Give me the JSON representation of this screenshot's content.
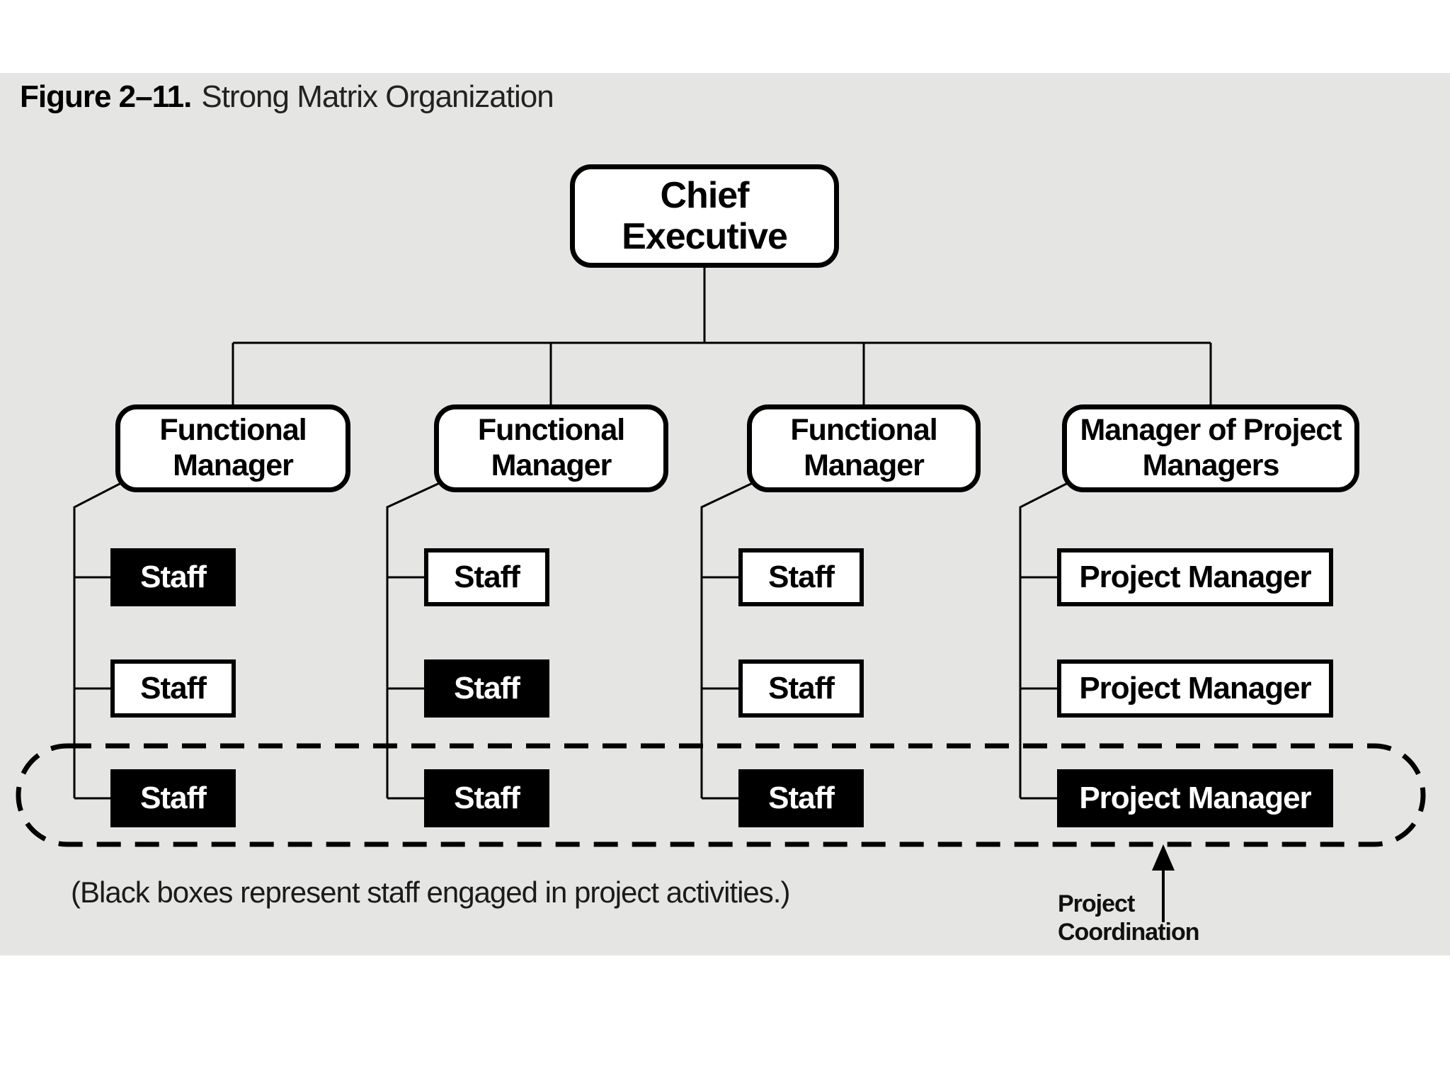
{
  "figure": {
    "label": "Figure 2–11.",
    "title": "Strong Matrix Organization"
  },
  "org_chart": {
    "root": {
      "label": "Chief Executive"
    },
    "columns": [
      {
        "manager": {
          "label": "Functional Manager"
        },
        "children": [
          {
            "label": "Staff",
            "variant": "filled"
          },
          {
            "label": "Staff",
            "variant": "outline"
          },
          {
            "label": "Staff",
            "variant": "filled"
          }
        ]
      },
      {
        "manager": {
          "label": "Functional Manager"
        },
        "children": [
          {
            "label": "Staff",
            "variant": "outline"
          },
          {
            "label": "Staff",
            "variant": "filled"
          },
          {
            "label": "Staff",
            "variant": "filled"
          }
        ]
      },
      {
        "manager": {
          "label": "Functional Manager"
        },
        "children": [
          {
            "label": "Staff",
            "variant": "outline"
          },
          {
            "label": "Staff",
            "variant": "outline"
          },
          {
            "label": "Staff",
            "variant": "filled"
          }
        ]
      },
      {
        "manager": {
          "label": "Manager of Project Managers"
        },
        "children": [
          {
            "label": "Project Manager",
            "variant": "outline"
          },
          {
            "label": "Project Manager",
            "variant": "outline"
          },
          {
            "label": "Project Manager",
            "variant": "filled"
          }
        ]
      }
    ]
  },
  "coordination": {
    "label": "Project Coordination"
  },
  "caption": "(Black boxes represent staff engaged in project activities.)",
  "colors": {
    "panel_background": "#e5e5e3",
    "box_outline_fill": "#ffffff",
    "box_filled_fill": "#000000",
    "line": "#000000"
  }
}
